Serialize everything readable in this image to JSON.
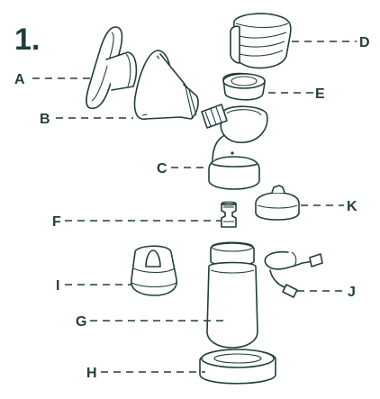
{
  "step": "1.",
  "labels": {
    "A": "A",
    "B": "B",
    "C": "C",
    "D": "D",
    "E": "E",
    "F": "F",
    "G": "G",
    "H": "H",
    "I": "I",
    "J": "J",
    "K": "K"
  },
  "colors": {
    "ink": "#1f3f3b",
    "background": "#ffffff"
  }
}
